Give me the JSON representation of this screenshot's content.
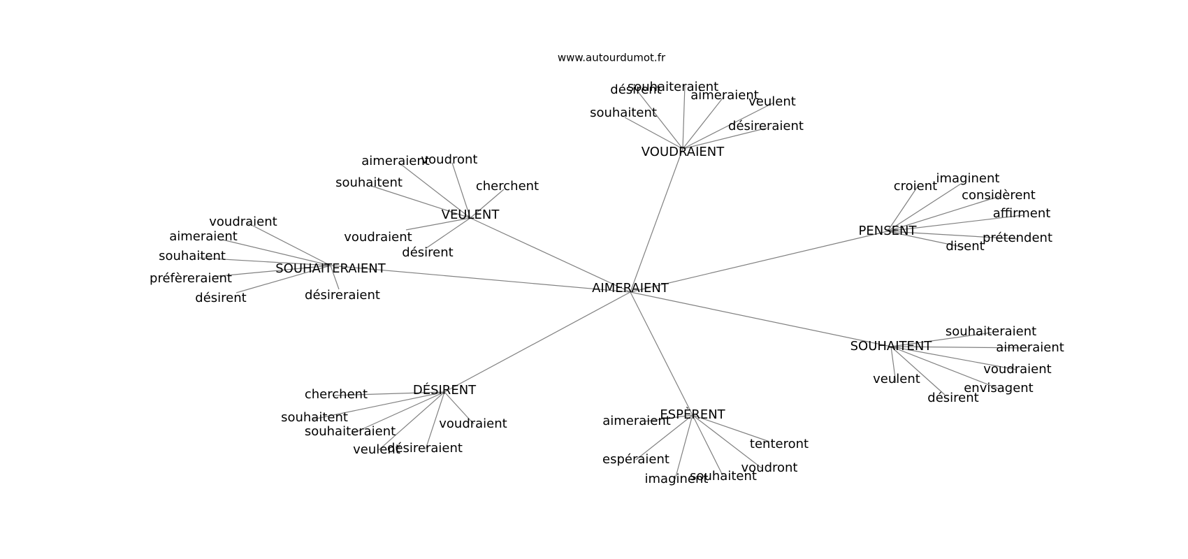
{
  "site": "www.autourdumot.fr",
  "root": "AIMERAIENT",
  "clusters": [
    {
      "id": "voudraient",
      "label": "VOUDRAIENT",
      "leaves": [
        "désirent",
        "souhaiteraient",
        "aimeraient",
        "veulent",
        "souhaitent",
        "désireraient"
      ]
    },
    {
      "id": "veulent",
      "label": "VEULENT",
      "leaves": [
        "aimeraient",
        "voudront",
        "souhaitent",
        "cherchent",
        "voudraient",
        "désirent"
      ]
    },
    {
      "id": "souhaiteraient",
      "label": "SOUHAITERAIENT",
      "leaves": [
        "voudraient",
        "aimeraient",
        "souhaitent",
        "préfèreraient",
        "désirent",
        "désireraient"
      ]
    },
    {
      "id": "pensent",
      "label": "PENSENT",
      "leaves": [
        "croient",
        "imaginent",
        "considèrent",
        "affirment",
        "prétendent",
        "disent"
      ]
    },
    {
      "id": "souhaitent",
      "label": "SOUHAITENT",
      "leaves": [
        "souhaiteraient",
        "aimeraient",
        "voudraient",
        "envisagent",
        "veulent",
        "désirent"
      ]
    },
    {
      "id": "desirent",
      "label": "DÉSIRENT",
      "leaves": [
        "cherchent",
        "souhaitent",
        "souhaiteraient",
        "voudraient",
        "veulent",
        "désireraient"
      ]
    },
    {
      "id": "esperent",
      "label": "ESPÈRENT",
      "leaves": [
        "aimeraient",
        "tenteront",
        "espéraient",
        "voudront",
        "souhaitent",
        "imaginent"
      ]
    }
  ]
}
